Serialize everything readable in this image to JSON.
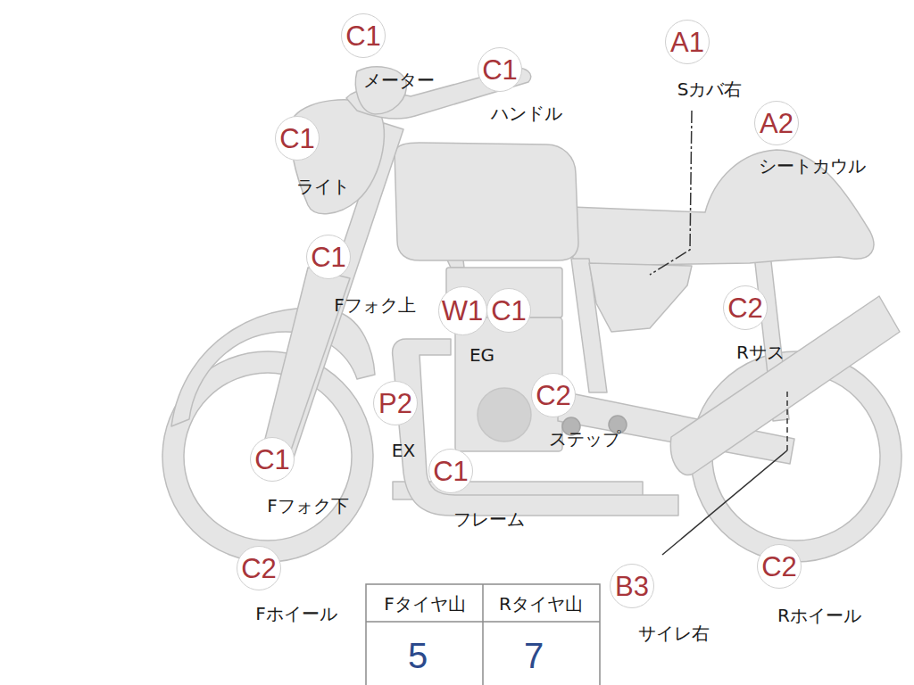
{
  "diagram": {
    "nodes": [
      {
        "text": [
          "C1",
          "メーター"
        ]
      },
      {
        "text": [
          "A1",
          "Sカバ右"
        ]
      },
      {
        "text": [
          "C1",
          "ハンドル"
        ]
      },
      {
        "text": [
          "A2",
          "シートカウル"
        ]
      },
      {
        "text": [
          "C1",
          "ライト"
        ]
      },
      {
        "text": [
          "C1",
          "Fフォク上"
        ]
      },
      {
        "text": [
          "C2",
          "Rサス"
        ]
      },
      {
        "text": [
          "W1"
        ]
      },
      {
        "text": [
          "C1",
          "EG"
        ]
      },
      {
        "text": [
          "C2",
          "ステップ"
        ]
      },
      {
        "text": [
          "P2",
          "EX"
        ]
      },
      {
        "text": [
          "C1",
          "Fフォク下"
        ]
      },
      {
        "text": [
          "C1",
          "フレーム"
        ]
      },
      {
        "text": [
          "C2",
          "Rホイール"
        ]
      },
      {
        "text": [
          "C2",
          "Fホイール"
        ]
      },
      {
        "text": [
          "B3",
          "サイレ右"
        ]
      }
    ],
    "labels": [
      "Fタイヤ山",
      "Rタイヤ山",
      "5",
      "7"
    ]
  }
}
